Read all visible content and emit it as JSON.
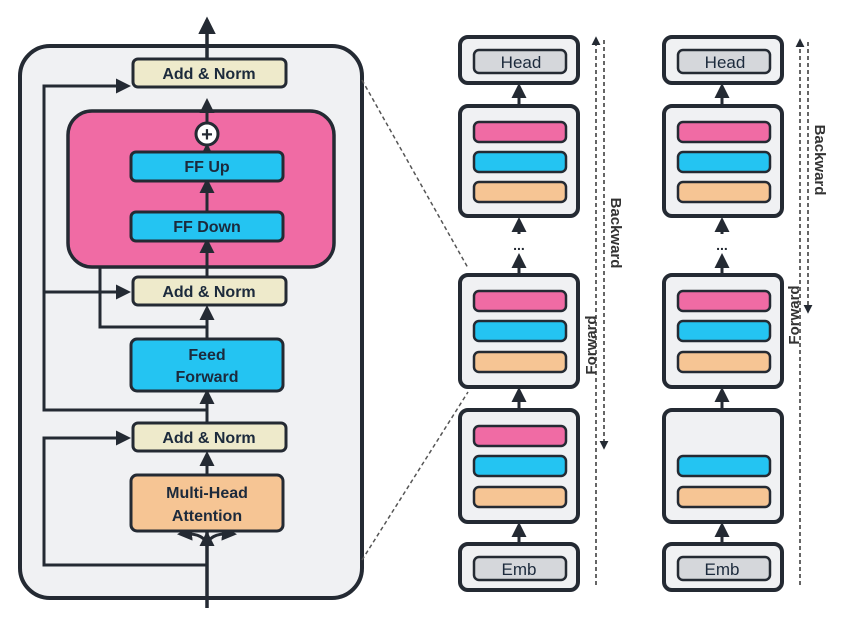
{
  "detail": {
    "add_norm_top": "Add & Norm",
    "add_norm_mid": "Add & Norm",
    "add_norm_bottom": "Add & Norm",
    "ff_up": "FF Up",
    "ff_down": "FF Down",
    "plus_symbol": "+",
    "feed_forward_line1": "Feed",
    "feed_forward_line2": "Forward",
    "attention_line1": "Multi-Head",
    "attention_line2": "Attention"
  },
  "stack_a": {
    "head": "Head",
    "emb": "Emb",
    "ellipsis": "...",
    "forward_label": "Forward",
    "backward_label": "Backward"
  },
  "stack_b": {
    "head": "Head",
    "emb": "Emb",
    "ellipsis": "...",
    "forward_label": "Forward",
    "backward_label": "Backward"
  },
  "colors": {
    "adapter_pink": "#f06ba4",
    "ff_blue": "#24c4f2",
    "attention_orange": "#f6c594",
    "norm_cream": "#eeeacb",
    "panel_gray": "#f0f1f3",
    "head_gray": "#d5d7db",
    "outline": "#242a33"
  }
}
